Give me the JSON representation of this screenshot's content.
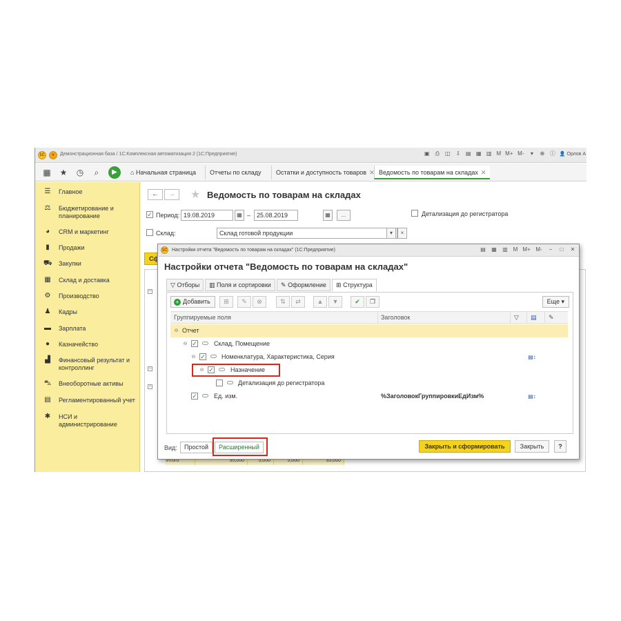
{
  "window": {
    "title": "Демонстрационная база / 1С:Комплексная автоматизация 2  (1С:Предприятие)",
    "user": "Орлов А"
  },
  "toolbar": {
    "home_tab": "Начальная страница",
    "tabs": [
      {
        "label": "Отчеты по складу"
      },
      {
        "label": "Остатки и доступность товаров"
      },
      {
        "label": "Ведомость по товарам на складах"
      }
    ]
  },
  "sidebar": {
    "items": [
      {
        "label": "Главное",
        "icon": "menu-icon"
      },
      {
        "label": "Бюджетирование и планирование",
        "icon": "budget-icon"
      },
      {
        "label": "CRM и маркетинг",
        "icon": "pie-icon"
      },
      {
        "label": "Продажи",
        "icon": "bag-icon"
      },
      {
        "label": "Закупки",
        "icon": "cart-icon"
      },
      {
        "label": "Склад и доставка",
        "icon": "warehouse-icon"
      },
      {
        "label": "Производство",
        "icon": "gear-icon"
      },
      {
        "label": "Кадры",
        "icon": "person-icon"
      },
      {
        "label": "Зарплата",
        "icon": "wallet-icon"
      },
      {
        "label": "Казначейство",
        "icon": "coin-icon"
      },
      {
        "label": "Финансовый результат и контроллинг",
        "icon": "chart-icon"
      },
      {
        "label": "Внеоборотные активы",
        "icon": "truck-icon"
      },
      {
        "label": "Регламентированный учет",
        "icon": "book-icon"
      },
      {
        "label": "НСИ и администрирование",
        "icon": "settings-icon"
      }
    ]
  },
  "form": {
    "title": "Ведомость по товарам на складах",
    "period_label": "Период:",
    "date_from": "19.08.2019",
    "date_sep": "–",
    "date_to": "25.08.2019",
    "dots": "...",
    "detail_label": "Детализация до регистратора",
    "warehouse_label": "Склад:",
    "warehouse_value": "Склад готовой продукции",
    "generate_btn": "Сформировать",
    "total_label": "Итого",
    "totals": [
      "35,000",
      "5,000",
      "5,000",
      "35,000"
    ]
  },
  "dialog": {
    "title": "Настройки отчета \"Ведомость по товарам на складах\"  (1С:Предприятие)",
    "heading": "Настройки отчета \"Ведомость по товарам на складах\"",
    "tabs": [
      "Отборы",
      "Поля и сортировки",
      "Оформление",
      "Структура"
    ],
    "add_btn": "Добавить",
    "more_btn": "Еще",
    "col_fields": "Группируемые поля",
    "col_header": "Заголовок",
    "rows": [
      {
        "label": "Отчет",
        "header": ""
      },
      {
        "label": "Склад, Помещение",
        "header": ""
      },
      {
        "label": "Номенклатура, Характеристика, Серия",
        "header": ""
      },
      {
        "label": "Назначение",
        "header": ""
      },
      {
        "label": "Детализация до регистратора",
        "header": ""
      },
      {
        "label": "Ед. изм.",
        "header": "%ЗаголовокГруппировкиЕдИзм%"
      }
    ],
    "view_label": "Вид:",
    "view_simple": "Простой",
    "view_advanced": "Расширенный",
    "primary_btn": "Закрыть и сформировать",
    "close_btn": "Закрыть",
    "help_btn": "?"
  }
}
